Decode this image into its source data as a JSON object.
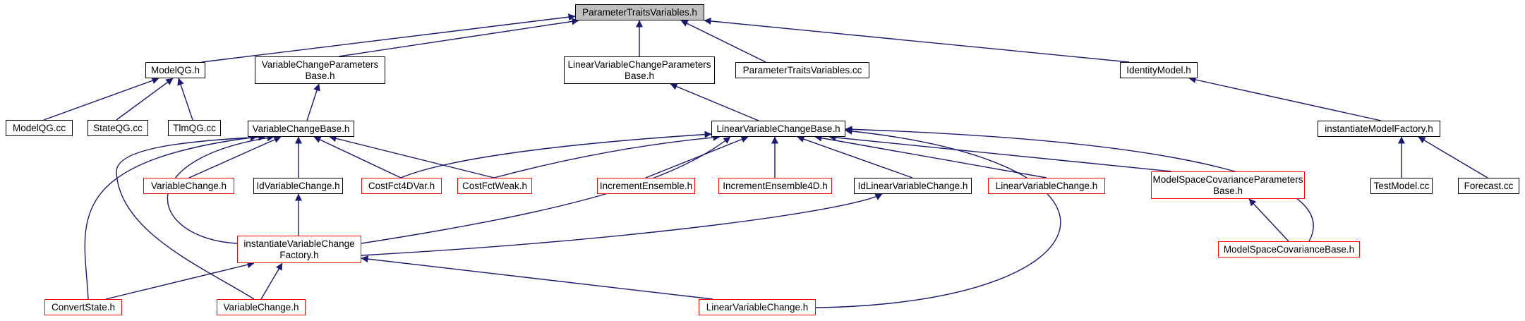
{
  "colors": {
    "edge": "#191970",
    "border": "#000000",
    "truncated_border": "#ff0000",
    "focus_fill": "#bfbfbf"
  },
  "nodes": {
    "ptv_h": "ParameterTraitsVariables.h",
    "modelqg_h": "ModelQG.h",
    "vcpb_h": "VariableChangeParameters\nBase.h",
    "lvcpb_h": "LinearVariableChangeParameters\nBase.h",
    "ptv_cc": "ParameterTraitsVariables.cc",
    "identity_h": "IdentityModel.h",
    "modelqg_cc": "ModelQG.cc",
    "stateqg_cc": "StateQG.cc",
    "tlmqg_cc": "TlmQG.cc",
    "vcb_h": "VariableChangeBase.h",
    "lvcb_h": "LinearVariableChangeBase.h",
    "imf_h": "instantiateModelFactory.h",
    "vc_h_1": "VariableChange.h",
    "idvc_h": "IdVariableChange.h",
    "cf4d_h": "CostFct4DVar.h",
    "cfw_h": "CostFctWeak.h",
    "incens_h": "IncrementEnsemble.h",
    "incens4d_h": "IncrementEnsemble4D.h",
    "idlvc_h": "IdLinearVariableChange.h",
    "lvc_h_1": "LinearVariableChange.h",
    "mscpb_h": "ModelSpaceCovarianceParameters\nBase.h",
    "testmodel_cc": "TestModel.cc",
    "forecast_cc": "Forecast.cc",
    "ivcf_h": "instantiateVariableChange\nFactory.h",
    "mscb_h": "ModelSpaceCovarianceBase.h",
    "convert_h": "ConvertState.h",
    "vc_h_2": "VariableChange.h",
    "lvc_h_2": "LinearVariableChange.h"
  }
}
